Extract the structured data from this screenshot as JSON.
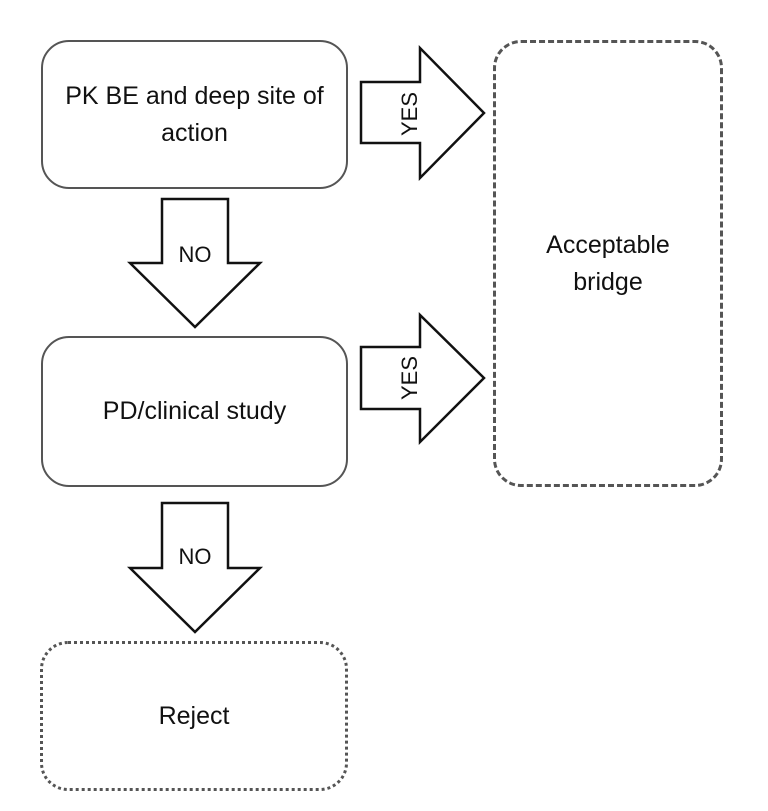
{
  "nodes": {
    "pk_be": "PK BE and deep site of action",
    "pd_clinical": "PD/clinical study",
    "acceptable": "Acceptable bridge",
    "reject": "Reject"
  },
  "arrows": {
    "pk_to_pd": "NO",
    "pd_to_reject": "NO",
    "pk_to_acceptable": "YES",
    "pd_to_acceptable": "YES"
  },
  "colors": {
    "stroke": "#555555",
    "text": "#111111",
    "arrow_fill": "#ffffff",
    "arrow_stroke": "#111111"
  }
}
